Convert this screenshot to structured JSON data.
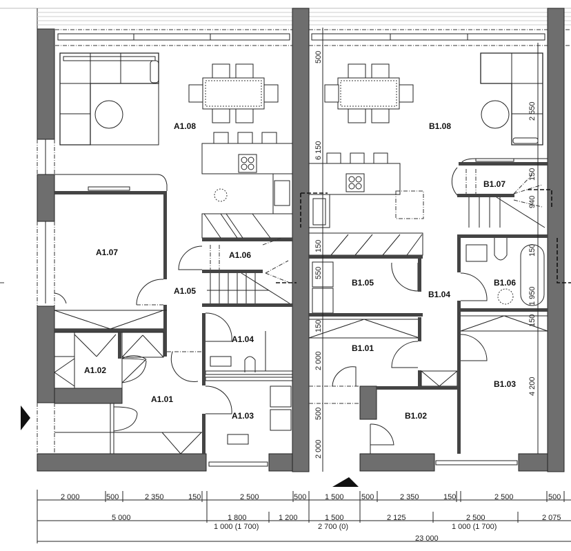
{
  "plan": {
    "rooms": {
      "A1_01": "A1.01",
      "A1_02": "A1.02",
      "A1_03": "A1.03",
      "A1_04": "A1.04",
      "A1_05": "A1.05",
      "A1_06": "A1.06",
      "A1_07": "A1.07",
      "A1_08": "A1.08",
      "B1_01": "B1.01",
      "B1_02": "B1.02",
      "B1_03": "B1.03",
      "B1_04": "B1.04",
      "B1_05": "B1.05",
      "B1_06": "B1.06",
      "B1_07": "B1.07",
      "B1_08": "B1.08"
    },
    "vertical_dims": {
      "d500_top": "500",
      "d6150": "6 150",
      "d150_a": "150",
      "d550": "550",
      "d150_b": "150",
      "d2000_a": "2 000",
      "d500_b": "500",
      "d2000_b": "2 000",
      "d2550": "2 550",
      "d150_stair": "150",
      "d940": "940",
      "d150_bath": "150",
      "d1950": "1 950",
      "d150_c": "150",
      "d4200": "4 200"
    },
    "bottom_dims": {
      "row1": [
        "2 000",
        "500",
        "2 350",
        "150",
        "2 500",
        "500",
        "1 500",
        "500",
        "2 350",
        "150",
        "2 500",
        "500"
      ],
      "row2": [
        "5 000",
        "1 800",
        "1 200",
        "1 500",
        "2 125",
        "2 500",
        "2 075"
      ],
      "row2_sub": [
        "1 000 (1 700)",
        "2 700 (0)",
        "1 000 (1 700)"
      ],
      "total": "23 000"
    },
    "entrance_markers": {
      "left": "entrance-arrow-right",
      "bottom": "entrance-arrow-up"
    }
  }
}
